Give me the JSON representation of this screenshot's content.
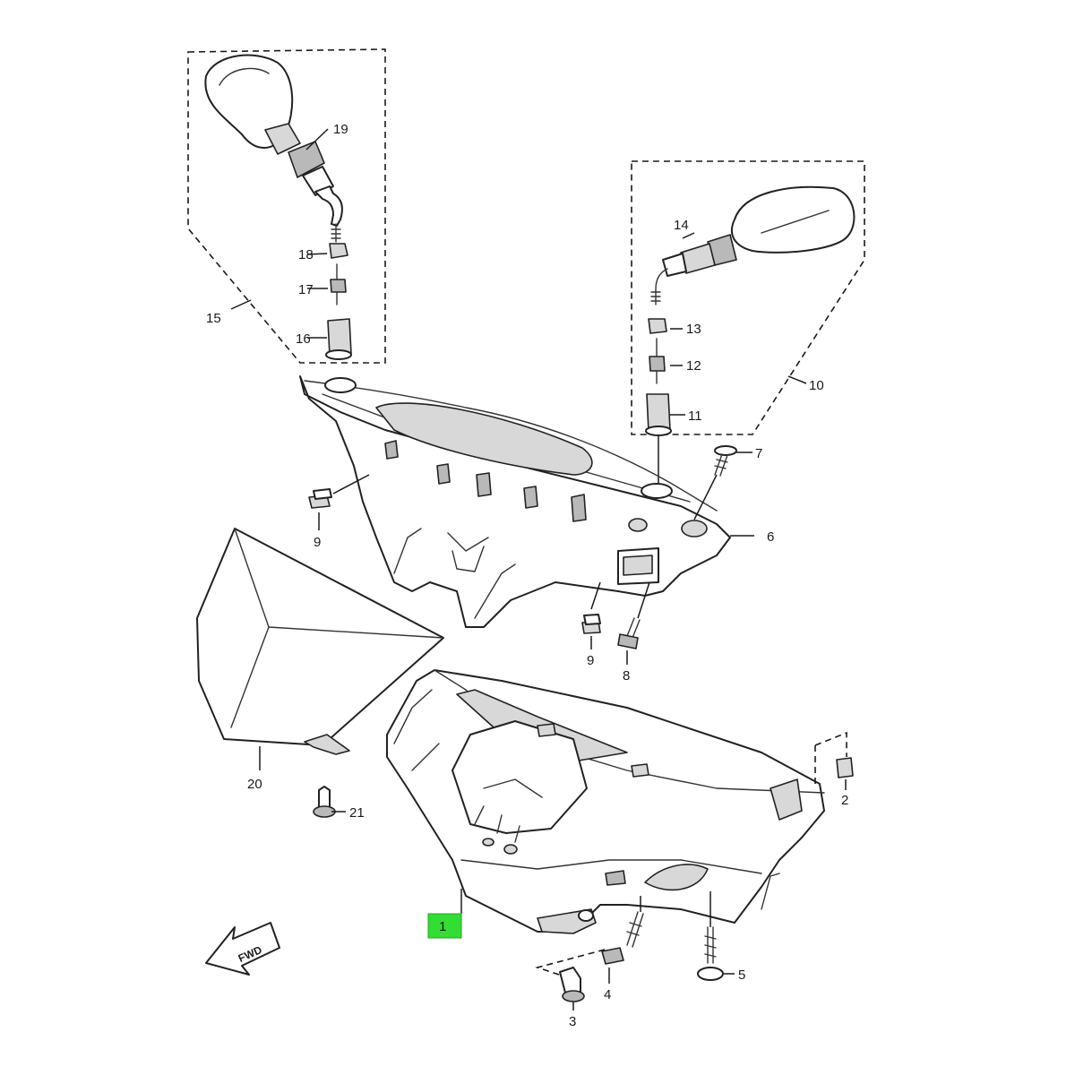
{
  "diagram": {
    "forward_arrow_label": "FWD",
    "highlight_color": "#33dd33",
    "callouts": [
      {
        "id": "c1",
        "label": "1",
        "highlighted": true
      },
      {
        "id": "c2",
        "label": "2"
      },
      {
        "id": "c3",
        "label": "3"
      },
      {
        "id": "c4",
        "label": "4"
      },
      {
        "id": "c5",
        "label": "5"
      },
      {
        "id": "c6",
        "label": "6"
      },
      {
        "id": "c7",
        "label": "7"
      },
      {
        "id": "c8",
        "label": "8"
      },
      {
        "id": "c9a",
        "label": "9"
      },
      {
        "id": "c9b",
        "label": "9"
      },
      {
        "id": "c10",
        "label": "10"
      },
      {
        "id": "c11",
        "label": "11"
      },
      {
        "id": "c12",
        "label": "12"
      },
      {
        "id": "c13",
        "label": "13"
      },
      {
        "id": "c14",
        "label": "14"
      },
      {
        "id": "c15",
        "label": "15"
      },
      {
        "id": "c16",
        "label": "16"
      },
      {
        "id": "c17",
        "label": "17"
      },
      {
        "id": "c18",
        "label": "18"
      },
      {
        "id": "c19",
        "label": "19"
      },
      {
        "id": "c20",
        "label": "20"
      },
      {
        "id": "c21",
        "label": "21"
      }
    ]
  }
}
